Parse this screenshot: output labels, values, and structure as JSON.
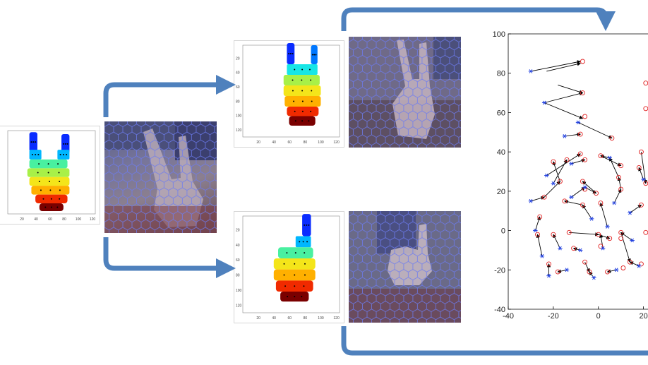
{
  "panels": {
    "input": {
      "plot_x_ticks": [
        "20",
        "40",
        "60",
        "80",
        "100",
        "120"
      ],
      "plot_y_ticks": []
    },
    "top_output": {
      "plot_x_ticks": [
        "20",
        "40",
        "60",
        "80",
        "100",
        "120"
      ],
      "plot_y_ticks": [
        "20",
        "40",
        "60",
        "80",
        "100",
        "120"
      ]
    },
    "bottom_output": {
      "plot_x_ticks": [
        "20",
        "40",
        "60",
        "80",
        "100",
        "120"
      ],
      "plot_y_ticks": [
        "20",
        "40",
        "60",
        "80",
        "100",
        "120"
      ]
    }
  },
  "colors": {
    "arrow": "#4f81bd",
    "arrow_dark": "#3a6494",
    "blue_marker": "#1f3fe0",
    "red_marker": "#e02020",
    "vector_arrow": "#000000",
    "hex_grid": "#6e7cf0"
  },
  "chart_data": {
    "type": "scatter",
    "x_ticks": [
      "-40",
      "-20",
      "0",
      "20"
    ],
    "y_ticks": [
      "100",
      "80",
      "60",
      "40",
      "20",
      "0",
      "-20",
      "-40"
    ],
    "xlim": [
      -40,
      22
    ],
    "ylim": [
      -40,
      100
    ],
    "series": [
      {
        "marker": "blue-asterisk",
        "points": [
          [
            -30,
            81
          ],
          [
            -24,
            65
          ],
          [
            -15,
            48
          ],
          [
            -9,
            55
          ],
          [
            -23,
            28
          ],
          [
            -20,
            24
          ],
          [
            -30,
            15
          ],
          [
            -12,
            17
          ],
          [
            -28,
            0
          ],
          [
            -25,
            -13
          ],
          [
            -22,
            -23
          ],
          [
            -14,
            -20
          ],
          [
            -2,
            -24
          ],
          [
            8,
            -20
          ],
          [
            18,
            -18
          ],
          [
            15,
            -5
          ],
          [
            4,
            2
          ],
          [
            -3,
            6
          ],
          [
            7,
            14
          ],
          [
            14,
            9
          ],
          [
            5,
            37
          ],
          [
            -12,
            34
          ],
          [
            -6,
            22
          ],
          [
            2,
            -9
          ],
          [
            -8,
            -10
          ],
          [
            -17,
            -9
          ],
          [
            20,
            26
          ]
        ]
      },
      {
        "marker": "red-circle",
        "points": [
          [
            -7,
            86
          ],
          [
            -7,
            70
          ],
          [
            -6,
            58
          ],
          [
            -8,
            49
          ],
          [
            6,
            47
          ],
          [
            -8,
            39
          ],
          [
            -14,
            36
          ],
          [
            -20,
            35
          ],
          [
            -6,
            36
          ],
          [
            1,
            38
          ],
          [
            10,
            33
          ],
          [
            19,
            40
          ],
          [
            -17,
            25
          ],
          [
            -7,
            25
          ],
          [
            -6,
            21
          ],
          [
            -1,
            19
          ],
          [
            9,
            27
          ],
          [
            18,
            32
          ],
          [
            -24,
            17
          ],
          [
            -15,
            15
          ],
          [
            -7,
            13
          ],
          [
            1,
            14
          ],
          [
            10,
            21
          ],
          [
            -26,
            7
          ],
          [
            -27,
            -2
          ],
          [
            -13,
            -1
          ],
          [
            0,
            -2
          ],
          [
            10,
            -1
          ],
          [
            19,
            13
          ],
          [
            21,
            24
          ],
          [
            -22,
            -17
          ],
          [
            -18,
            -21
          ],
          [
            -6,
            -16
          ],
          [
            -4,
            -21
          ],
          [
            4,
            -21
          ],
          [
            14,
            -16
          ],
          [
            19,
            -17
          ],
          [
            -11,
            -9
          ],
          [
            1,
            -8
          ],
          [
            10,
            -4
          ],
          [
            -20,
            -2
          ],
          [
            5,
            -4
          ],
          [
            21,
            -1
          ],
          [
            11,
            -19
          ],
          [
            21,
            62
          ],
          [
            21,
            75
          ]
        ]
      }
    ],
    "vectors": [
      [
        [
          -30,
          81
        ],
        [
          -8,
          86
        ]
      ],
      [
        [
          -23,
          81
        ],
        [
          -8,
          85
        ]
      ],
      [
        [
          -24,
          65
        ],
        [
          -7,
          70
        ]
      ],
      [
        [
          -24,
          65
        ],
        [
          -7,
          57
        ]
      ],
      [
        [
          -15,
          48
        ],
        [
          -8,
          49
        ]
      ],
      [
        [
          -9,
          55
        ],
        [
          6,
          47
        ]
      ],
      [
        [
          -18,
          74
        ],
        [
          -7,
          70
        ]
      ],
      [
        [
          -23,
          28
        ],
        [
          -8,
          39
        ]
      ],
      [
        [
          -20,
          24
        ],
        [
          -14,
          36
        ]
      ],
      [
        [
          -30,
          15
        ],
        [
          -24,
          17
        ]
      ],
      [
        [
          -12,
          17
        ],
        [
          -6,
          22
        ]
      ],
      [
        [
          -28,
          0
        ],
        [
          -26,
          7
        ]
      ],
      [
        [
          -25,
          -13
        ],
        [
          -27,
          -2
        ]
      ],
      [
        [
          -22,
          -23
        ],
        [
          -22,
          -17
        ]
      ],
      [
        [
          -14,
          -20
        ],
        [
          -18,
          -21
        ]
      ],
      [
        [
          -2,
          -24
        ],
        [
          -4,
          -21
        ]
      ],
      [
        [
          8,
          -20
        ],
        [
          4,
          -21
        ]
      ],
      [
        [
          18,
          -18
        ],
        [
          14,
          -16
        ]
      ],
      [
        [
          15,
          -5
        ],
        [
          10,
          -1
        ]
      ],
      [
        [
          4,
          2
        ],
        [
          1,
          14
        ]
      ],
      [
        [
          -3,
          6
        ],
        [
          -7,
          13
        ]
      ],
      [
        [
          7,
          14
        ],
        [
          10,
          21
        ]
      ],
      [
        [
          14,
          9
        ],
        [
          19,
          13
        ]
      ],
      [
        [
          5,
          37
        ],
        [
          1,
          38
        ]
      ],
      [
        [
          -12,
          34
        ],
        [
          -6,
          36
        ]
      ],
      [
        [
          -6,
          22
        ],
        [
          -1,
          19
        ]
      ],
      [
        [
          2,
          -9
        ],
        [
          1,
          -2
        ]
      ],
      [
        [
          -8,
          -10
        ],
        [
          -11,
          -9
        ]
      ],
      [
        [
          -17,
          -9
        ],
        [
          -20,
          -2
        ]
      ],
      [
        [
          20,
          26
        ],
        [
          18,
          32
        ]
      ],
      [
        [
          -7,
          13
        ],
        [
          -15,
          15
        ]
      ],
      [
        [
          1,
          38
        ],
        [
          10,
          33
        ]
      ],
      [
        [
          9,
          27
        ],
        [
          5,
          37
        ]
      ],
      [
        [
          -1,
          19
        ],
        [
          -7,
          25
        ]
      ],
      [
        [
          10,
          21
        ],
        [
          9,
          27
        ]
      ],
      [
        [
          -13,
          -1
        ],
        [
          0,
          -2
        ]
      ],
      [
        [
          0,
          -2
        ],
        [
          5,
          -4
        ]
      ],
      [
        [
          10,
          -1
        ],
        [
          14,
          -16
        ]
      ],
      [
        [
          -6,
          -16
        ],
        [
          -4,
          -21
        ]
      ],
      [
        [
          19,
          40
        ],
        [
          21,
          24
        ]
      ],
      [
        [
          -17,
          25
        ],
        [
          -20,
          35
        ]
      ],
      [
        [
          -24,
          17
        ],
        [
          -17,
          25
        ]
      ]
    ]
  }
}
